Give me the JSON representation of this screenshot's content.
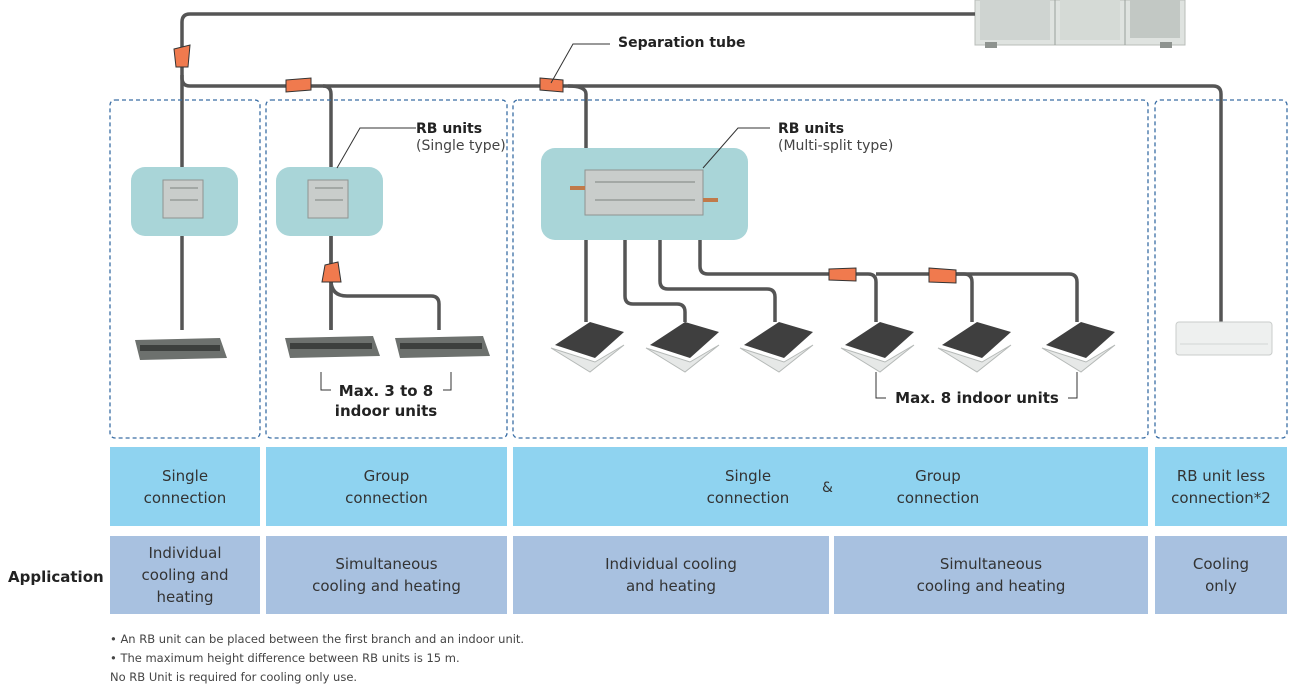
{
  "callouts": {
    "separation_tube": "Separation tube",
    "rb_single_title": "RB units",
    "rb_single_sub": "(Single type)",
    "rb_multi_title": "RB units",
    "rb_multi_sub": "(Multi-split type)",
    "max_group": "Max. 3 to 8\nindoor units",
    "max_multi": "Max. 8 indoor units"
  },
  "connection_row": {
    "col1": "Single\nconnection",
    "col2": "Group\nconnection",
    "col3_left": "Single\nconnection",
    "col3_amp": "&",
    "col3_right": "Group\nconnection",
    "col4": "RB unit less\nconnection*2"
  },
  "application_row": {
    "heading": "Application",
    "col1": "Individual\ncooling and\nheating",
    "col2": "Simultaneous\ncooling and heating",
    "col3a": "Individual cooling\nand heating",
    "col3b": "Simultaneous\ncooling and heating",
    "col4": "Cooling\nonly"
  },
  "notes": [
    "• An RB unit can be placed between the first branch and an indoor unit.",
    "• The maximum height difference between RB units is 15 m.",
    "No RB Unit is required for cooling only use."
  ],
  "colors": {
    "pipe": "#555555",
    "separation_tube": "#f07a4e",
    "dashed_border": "#3a6ea5",
    "rb_box": "#a9d5d8",
    "connection_cell": "#8fd3f0",
    "application_cell": "#a8c1e0"
  }
}
